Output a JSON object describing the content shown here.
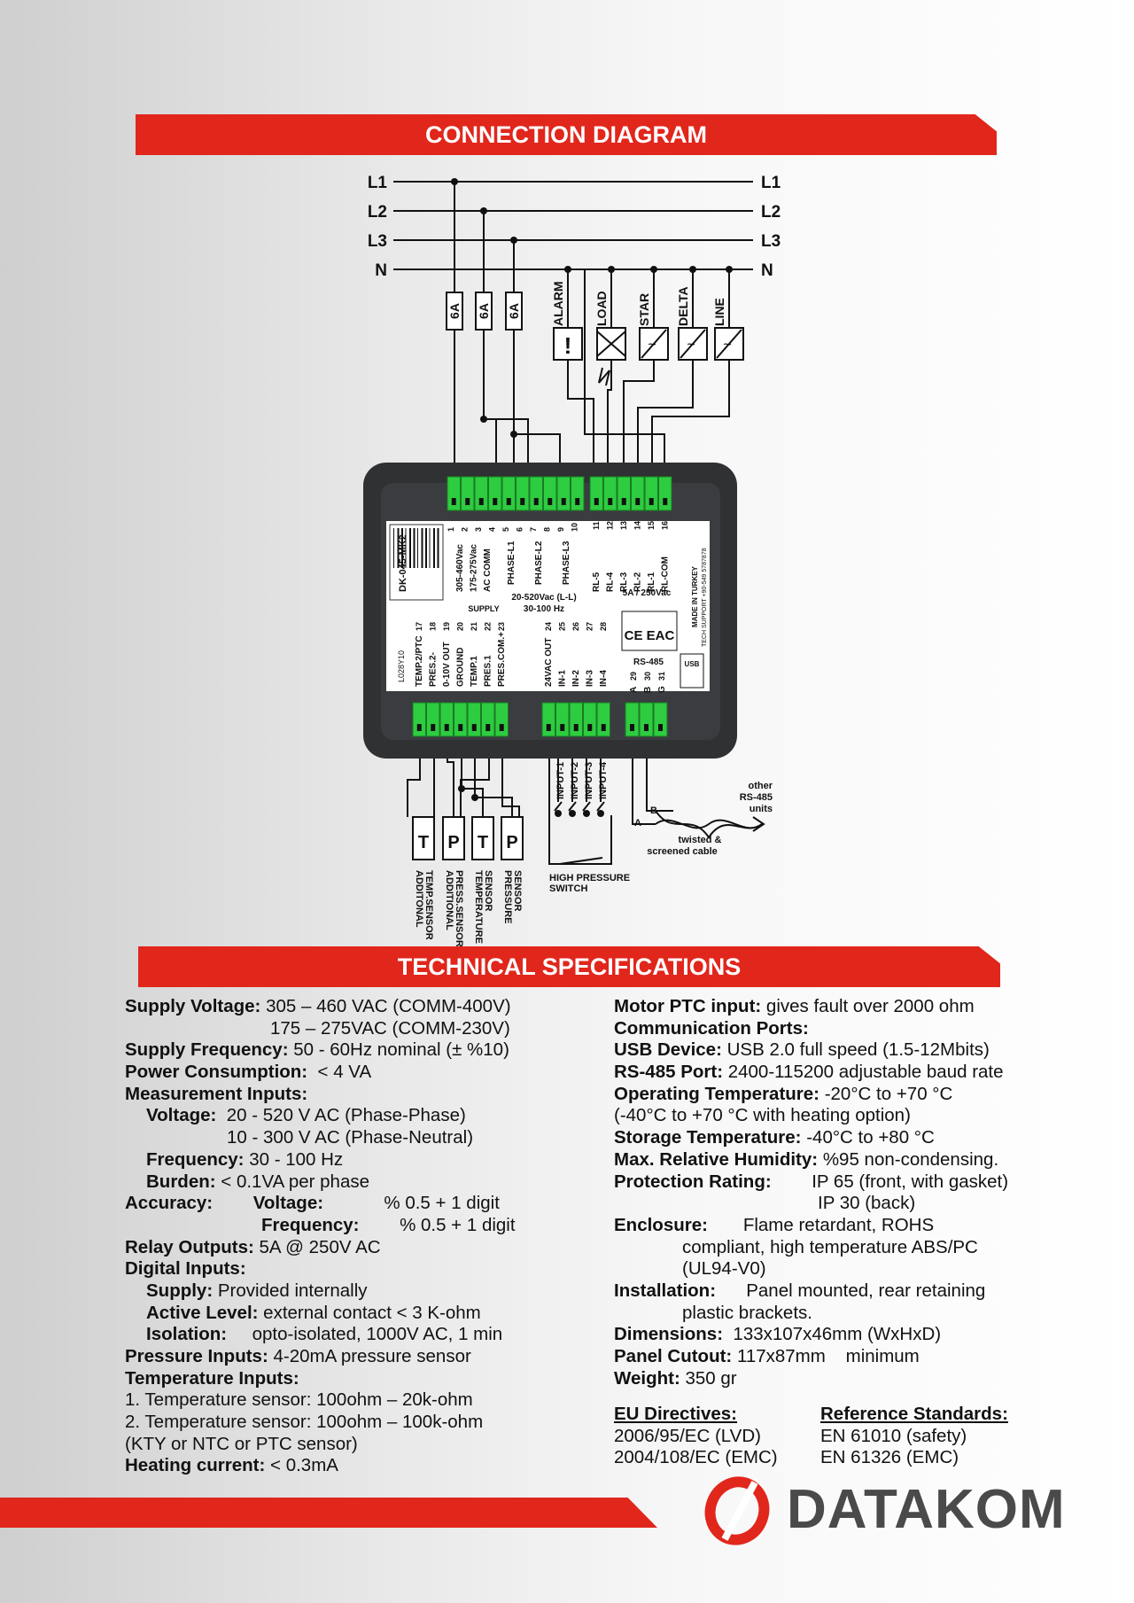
{
  "banners": {
    "connection": "CONNECTION DIAGRAM",
    "technical": "TECHNICAL SPECIFICATIONS"
  },
  "diagram": {
    "phases": [
      "L1",
      "L2",
      "L3",
      "N"
    ],
    "fuses": [
      "6A",
      "6A",
      "6A"
    ],
    "outputs": [
      "ALARM",
      "LOAD",
      "STAR",
      "DELTA",
      "LINE"
    ],
    "top_left_terminals": [
      "305-460Vac",
      "175-275Vac",
      "AC COMM",
      "PHASE-L1",
      "PHASE-L2",
      "PHASE-L3"
    ],
    "top_left_numbers": [
      "1",
      "2",
      "3",
      "4",
      "5",
      "6",
      "7",
      "8",
      "9",
      "10"
    ],
    "top_right_terminals": [
      "RL-5",
      "RL-4",
      "RL-3",
      "RL-2",
      "RL-1",
      "RL-COM"
    ],
    "top_right_numbers": [
      "11",
      "12",
      "13",
      "14",
      "15",
      "16"
    ],
    "supply_label": "SUPPLY",
    "measure_label_1": "20-520Vac (L-L)",
    "measure_label_2": "30-100 Hz",
    "relay_rating": "5A / 250Vac",
    "model": "DK-045-MK2",
    "made_in": "MADE IN TURKEY",
    "tech_support": "TECH SUPPORT +90-549 5787878",
    "serial_code": "L028Y10",
    "bottom_left_terminals": [
      "TEMP.2/PTC",
      "PRES.2-",
      "0-10V OUT",
      "GROUND",
      "TEMP.1",
      "PRES.1",
      "PRES.COM.+"
    ],
    "bottom_left_numbers": [
      "17",
      "18",
      "19",
      "20",
      "21",
      "22",
      "23"
    ],
    "bottom_mid_terminals": [
      "24VAC OUT",
      "IN-1",
      "IN-2",
      "IN-3",
      "IN-4"
    ],
    "bottom_mid_numbers": [
      "24",
      "25",
      "26",
      "27",
      "28"
    ],
    "rs485_label": "RS-485",
    "rs485_terminals": [
      "A",
      "B",
      "G"
    ],
    "rs485_numbers": [
      "29",
      "30",
      "31"
    ],
    "usb_label": "USB",
    "inputs": [
      "INPUT-1",
      "INPUT-2",
      "INPUT-3",
      "INPUT-4"
    ],
    "sensor_symbols": [
      "T",
      "P",
      "T",
      "P"
    ],
    "sensors": [
      "ADDITONAL TEMP.SENSOR",
      "ADDITIONAL PRESS.SENSOR",
      "TEMPERATURE SENSOR",
      "PRESSURE SENSOR"
    ],
    "high_pressure": [
      "HIGH PRESSURE",
      "SWITCH"
    ],
    "rs485_other": [
      "other",
      "RS-485",
      "units"
    ],
    "cable": [
      "twisted &",
      "screened cable"
    ],
    "ab": [
      "A",
      "B"
    ]
  },
  "specs_left": [
    {
      "b": "Supply Voltage:",
      "t": " 305 – 460 VAC (COMM-400V)",
      "i": 0
    },
    {
      "b": "",
      "t": "175 – 275VAC (COMM-230V)",
      "i": 164
    },
    {
      "b": "Supply Frequency:",
      "t": " 50 - 60Hz nominal (± %10)",
      "i": 0
    },
    {
      "b": "Power Consumption:",
      "t": "  < 4 VA",
      "i": 0
    },
    {
      "b": "Measurement Inputs:",
      "t": "",
      "i": 0
    },
    {
      "b": "Voltage:",
      "t": "  20 - 520 V AC (Phase-Phase)",
      "i": 24
    },
    {
      "b": "",
      "t": "10 - 300 V AC (Phase-Neutral)",
      "i": 115
    },
    {
      "b": "Frequency:",
      "t": " 30 - 100 Hz",
      "i": 24
    },
    {
      "b": "Burden:",
      "t": " < 0.1VA per phase",
      "i": 24
    },
    {
      "b": "Accuracy:        Voltage:",
      "t": "            % 0.5 + 1 digit",
      "i": 0
    },
    {
      "b": "Frequency:",
      "t": "        % 0.5 + 1 digit",
      "i": 154
    },
    {
      "b": "Relay Outputs:",
      "t": " 5A @ 250V AC",
      "i": 0
    },
    {
      "b": "Digital Inputs:",
      "t": "",
      "i": 0
    },
    {
      "b": "Supply:",
      "t": " Provided internally",
      "i": 24
    },
    {
      "b": "Active Level:",
      "t": " external contact < 3 K-ohm",
      "i": 24
    },
    {
      "b": "Isolation:",
      "t": "     opto-isolated, 1000V AC, 1 min",
      "i": 24
    },
    {
      "b": "Pressure Inputs:",
      "t": " 4-20mA pressure sensor",
      "i": 0
    },
    {
      "b": "Temperature Inputs:",
      "t": "",
      "i": 0
    },
    {
      "b": "",
      "t": "1. Temperature sensor: 100ohm – 20k-ohm",
      "i": 0
    },
    {
      "b": "",
      "t": "2. Temperature sensor: 100ohm – 100k-ohm",
      "i": 0
    },
    {
      "b": "",
      "t": "(KTY or NTC or PTC sensor)",
      "i": 0
    },
    {
      "b": "Heating current:",
      "t": " < 0.3mA",
      "i": 0
    }
  ],
  "specs_right": [
    {
      "b": "Motor PTC input:",
      "t": " gives fault over 2000 ohm",
      "i": 0
    },
    {
      "b": "Communication Ports:",
      "t": "",
      "i": 0
    },
    {
      "b": "USB Device:",
      "t": " USB 2.0 full speed (1.5-12Mbits)",
      "i": 0
    },
    {
      "b": "RS-485 Port:",
      "t": " 2400-115200 adjustable baud rate",
      "i": 0
    },
    {
      "b": "Operating Temperature:",
      "t": " -20°C to +70 °C",
      "i": 0
    },
    {
      "b": "",
      "t": "(-40°C to +70 °C with heating option)",
      "i": 0
    },
    {
      "b": "Storage Temperature:",
      "t": " -40°C to +80 °C",
      "i": 0
    },
    {
      "b": "Max. Relative Humidity:",
      "t": " %95 non-condensing.",
      "i": 0
    },
    {
      "b": "Protection Rating:",
      "t": "        IP 65 (front, with gasket)",
      "i": 0
    },
    {
      "b": "",
      "t": "IP 30 (back)",
      "i": 230
    },
    {
      "b": "Enclosure:",
      "t": "       Flame retardant, ROHS",
      "i": 0
    },
    {
      "b": "",
      "t": "compliant, high temperature ABS/PC",
      "i": 77
    },
    {
      "b": "",
      "t": "(UL94-V0)",
      "i": 77
    },
    {
      "b": "Installation:",
      "t": "      Panel mounted, rear retaining",
      "i": 0
    },
    {
      "b": "",
      "t": "plastic brackets.",
      "i": 77
    },
    {
      "b": "Dimensions:",
      "t": "  133x107x46mm (WxHxD)",
      "i": 0
    },
    {
      "b": "Panel Cutout:",
      "t": " 117x87mm    minimum",
      "i": 0
    },
    {
      "b": "Weight:",
      "t": " 350 gr",
      "i": 0
    }
  ],
  "standards": {
    "eu_title": "EU Directives:",
    "eu": [
      "2006/95/EC (LVD)",
      "2004/108/EC (EMC)"
    ],
    "ref_title": "Reference Standards:",
    "ref": [
      "EN 61010 (safety)",
      "EN 61326 (EMC)"
    ]
  },
  "brand": {
    "name": "DATAKOM",
    "accent": "#e1261c",
    "device_body": "#2f3133",
    "terminal_green": "#2ecc40"
  }
}
